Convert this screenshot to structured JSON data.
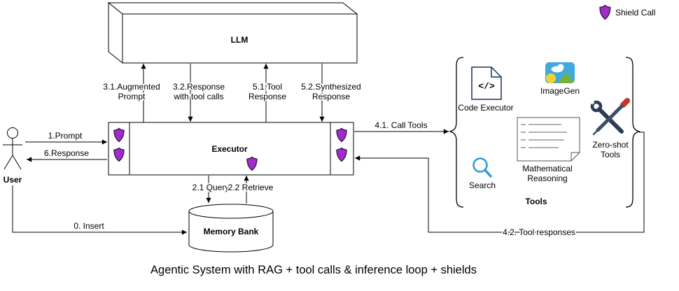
{
  "title": "Agentic System with RAG + tool calls & inference loop + shields",
  "legend": {
    "shield_call": "Shield Call"
  },
  "nodes": {
    "llm": "LLM",
    "executor": "Executor",
    "user": "User",
    "memory_bank": "Memory Bank"
  },
  "tools": {
    "group_label": "Tools",
    "code_executor": "Code Executor",
    "code_glyph": "</>",
    "imagegen": "ImageGen",
    "search": "Search",
    "mathematical_reasoning": [
      "Mathematical",
      "Reasoning"
    ],
    "zero_shot_tools": [
      "Zero-shot",
      "Tools"
    ]
  },
  "edges": {
    "prompt": "1.Prompt",
    "response": "6.Response",
    "insert": "0. Insert",
    "augmented_prompt": [
      "3.1.Augmented",
      "Prompt"
    ],
    "response_with_tool_calls": [
      "3.2.Response",
      "with tool calls"
    ],
    "tool_response": [
      "5.1.Tool",
      "Response"
    ],
    "synthesized_response": [
      "5.2.Synthesized",
      "Response"
    ],
    "call_tools": "4.1. Call Tools",
    "tool_responses": "4.2. Tool responses",
    "query": "2.1 Query",
    "retrieve": "2.2 Retrieve"
  },
  "colors": {
    "shield_fill": "#A22CC9",
    "shield_stroke": "#3B1A52",
    "accent_blue": "#2E9BD6",
    "imagegen_bg": "#3FA9E0",
    "code_ink": "#16325C"
  }
}
